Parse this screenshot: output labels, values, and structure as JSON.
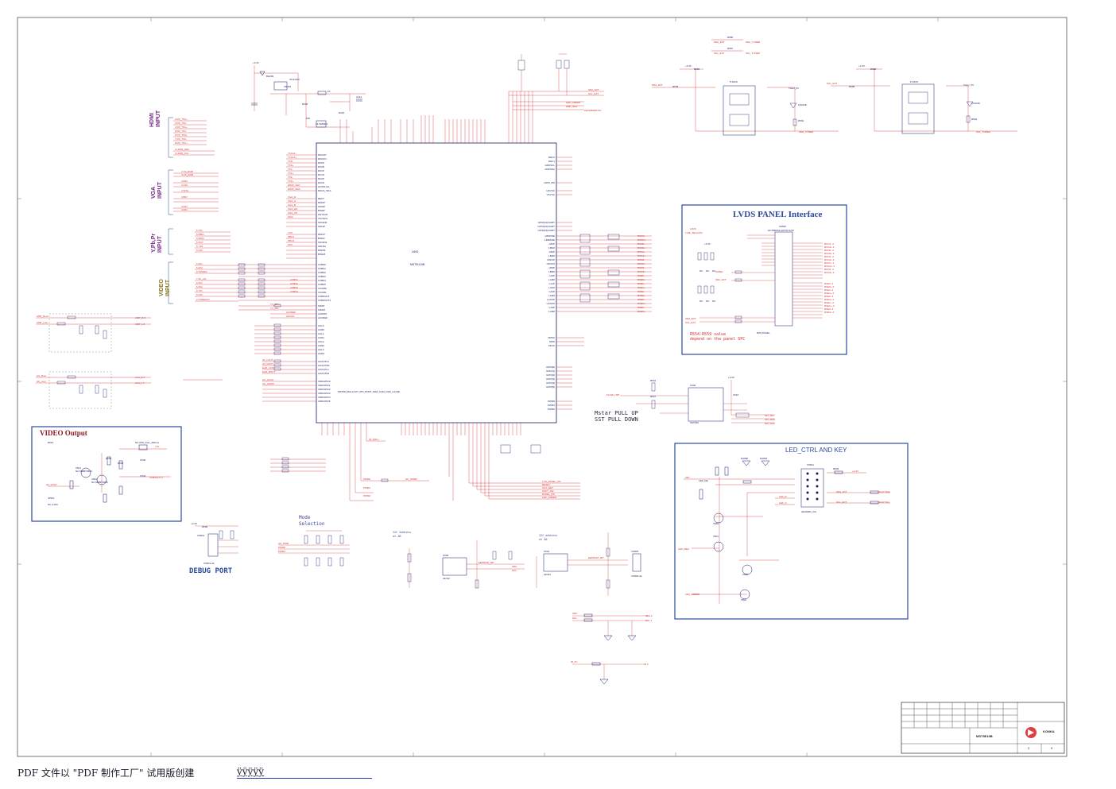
{
  "sections": {
    "hdmi": "HDMI\nINPUT",
    "vga": "VGA\nINPUT",
    "ypbpr": "Y,Pb,Pr\nINPUT",
    "video": "VIDEO\nINPUT",
    "video_output": "VIDEO Output",
    "lvds": "LVDS PANEL Interface",
    "led_ctrl": "LED_CTRL AND KEY",
    "debug": "DEBUG  PORT",
    "mode": "Mode\nSelection",
    "mstar_note": "Mstar PULL UP\nSST PULL DOWN",
    "lvds_note": "R554-R559 value\ndepend on the panel SPC",
    "eeprom_note": "I2C address\nat A0",
    "eeprom_note2": "I2C address\nat A8"
  },
  "chip": {
    "ref": "U400",
    "part": "MST9U19B",
    "note": "MST6M_BALLOUT_PIN_PORT_MAP_FOR_FOR_LAYER"
  },
  "title_block": {
    "drawing": "MST9E19B",
    "company": "KONKA",
    "sheet": "2",
    "of": "9"
  },
  "footer": {
    "text": "PDF 文件以 \"PDF 制作工厂\" 试用版创建",
    "link": "ÿÿÿÿÿ"
  },
  "colors": {
    "wire": "#d03030",
    "component": "#1a1a6a",
    "box_border": "#2b4aa0",
    "title_purple": "#7a2a8a",
    "title_olive": "#8a7a20"
  }
}
